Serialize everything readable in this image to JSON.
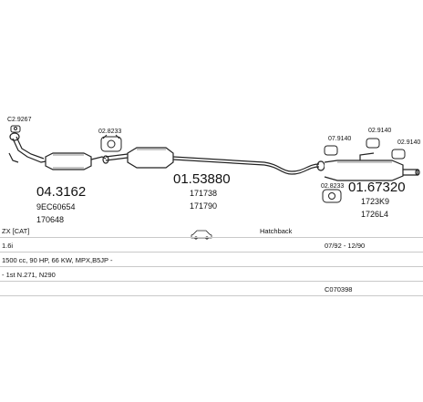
{
  "parts": [
    {
      "number": "04.3162",
      "refs": [
        "9EC60654",
        "170648"
      ]
    },
    {
      "number": "01.53880",
      "refs": [
        "171738",
        "171790"
      ]
    },
    {
      "number": "01.67320",
      "refs": [
        "1723K9",
        "1726L4"
      ]
    }
  ],
  "accessories": {
    "clamp_front": "C2.9267",
    "hanger_mid": "02.8233",
    "clamp_rear": "02.8233",
    "hanger_rear_a": "07.9140",
    "hanger_rear_b": "02.9140",
    "hanger_rear_c": "02.9140"
  },
  "vehicle": {
    "model": "ZX [CAT]",
    "body": "Hatchback",
    "engine": "1.6i",
    "years": "07/92 - 12/90",
    "spec": "1500 cc, 90 HP, 66 KW, MPX,B5JP -",
    "remark": "- 1st N.271, N290",
    "catalog_code": "C070398"
  },
  "icons": {
    "car": "car-icon",
    "clamp": "clamp-icon",
    "hanger": "rubber-hanger-icon"
  }
}
